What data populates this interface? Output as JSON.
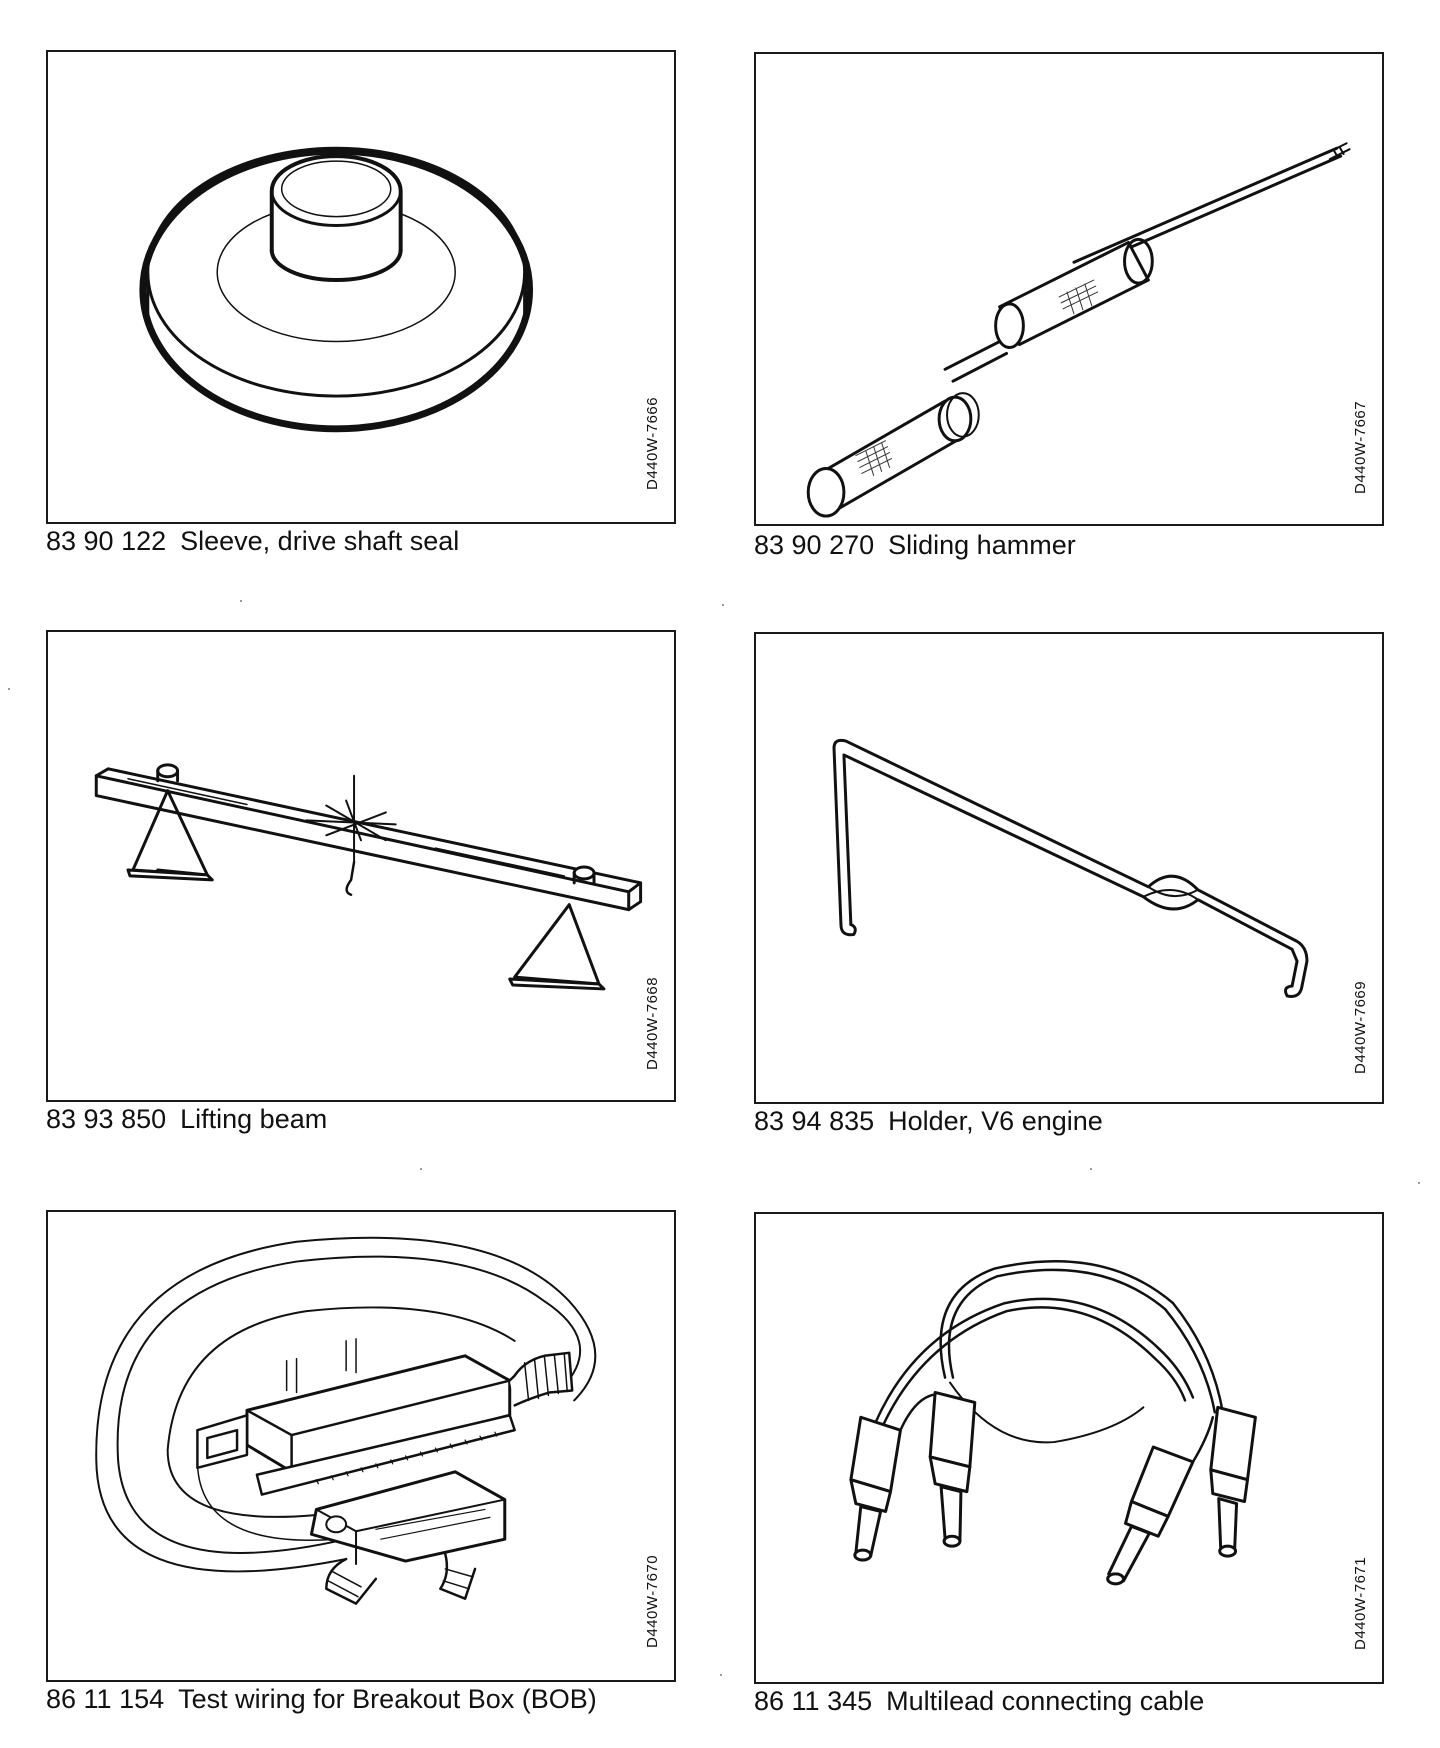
{
  "tools": [
    {
      "number": "83 90 122",
      "name": "Sleeve, drive shaft seal",
      "drawing": "D440W-7666",
      "icon": "sleeve-icon"
    },
    {
      "number": "83 90 270",
      "name": "Sliding hammer",
      "drawing": "D440W-7667",
      "icon": "sliding-hammer-icon"
    },
    {
      "number": "83 93 850",
      "name": "Lifting beam",
      "drawing": "D440W-7668",
      "icon": "lifting-beam-icon"
    },
    {
      "number": "83 94 835",
      "name": "Holder, V6 engine",
      "drawing": "D440W-7669",
      "icon": "holder-icon"
    },
    {
      "number": "86 11 154",
      "name": "Test wiring for Breakout Box (BOB)",
      "drawing": "D440W-7670",
      "icon": "test-wiring-icon"
    },
    {
      "number": "86 11 345",
      "name": "Multilead connecting cable",
      "drawing": "D440W-7671",
      "icon": "cable-icon"
    }
  ]
}
